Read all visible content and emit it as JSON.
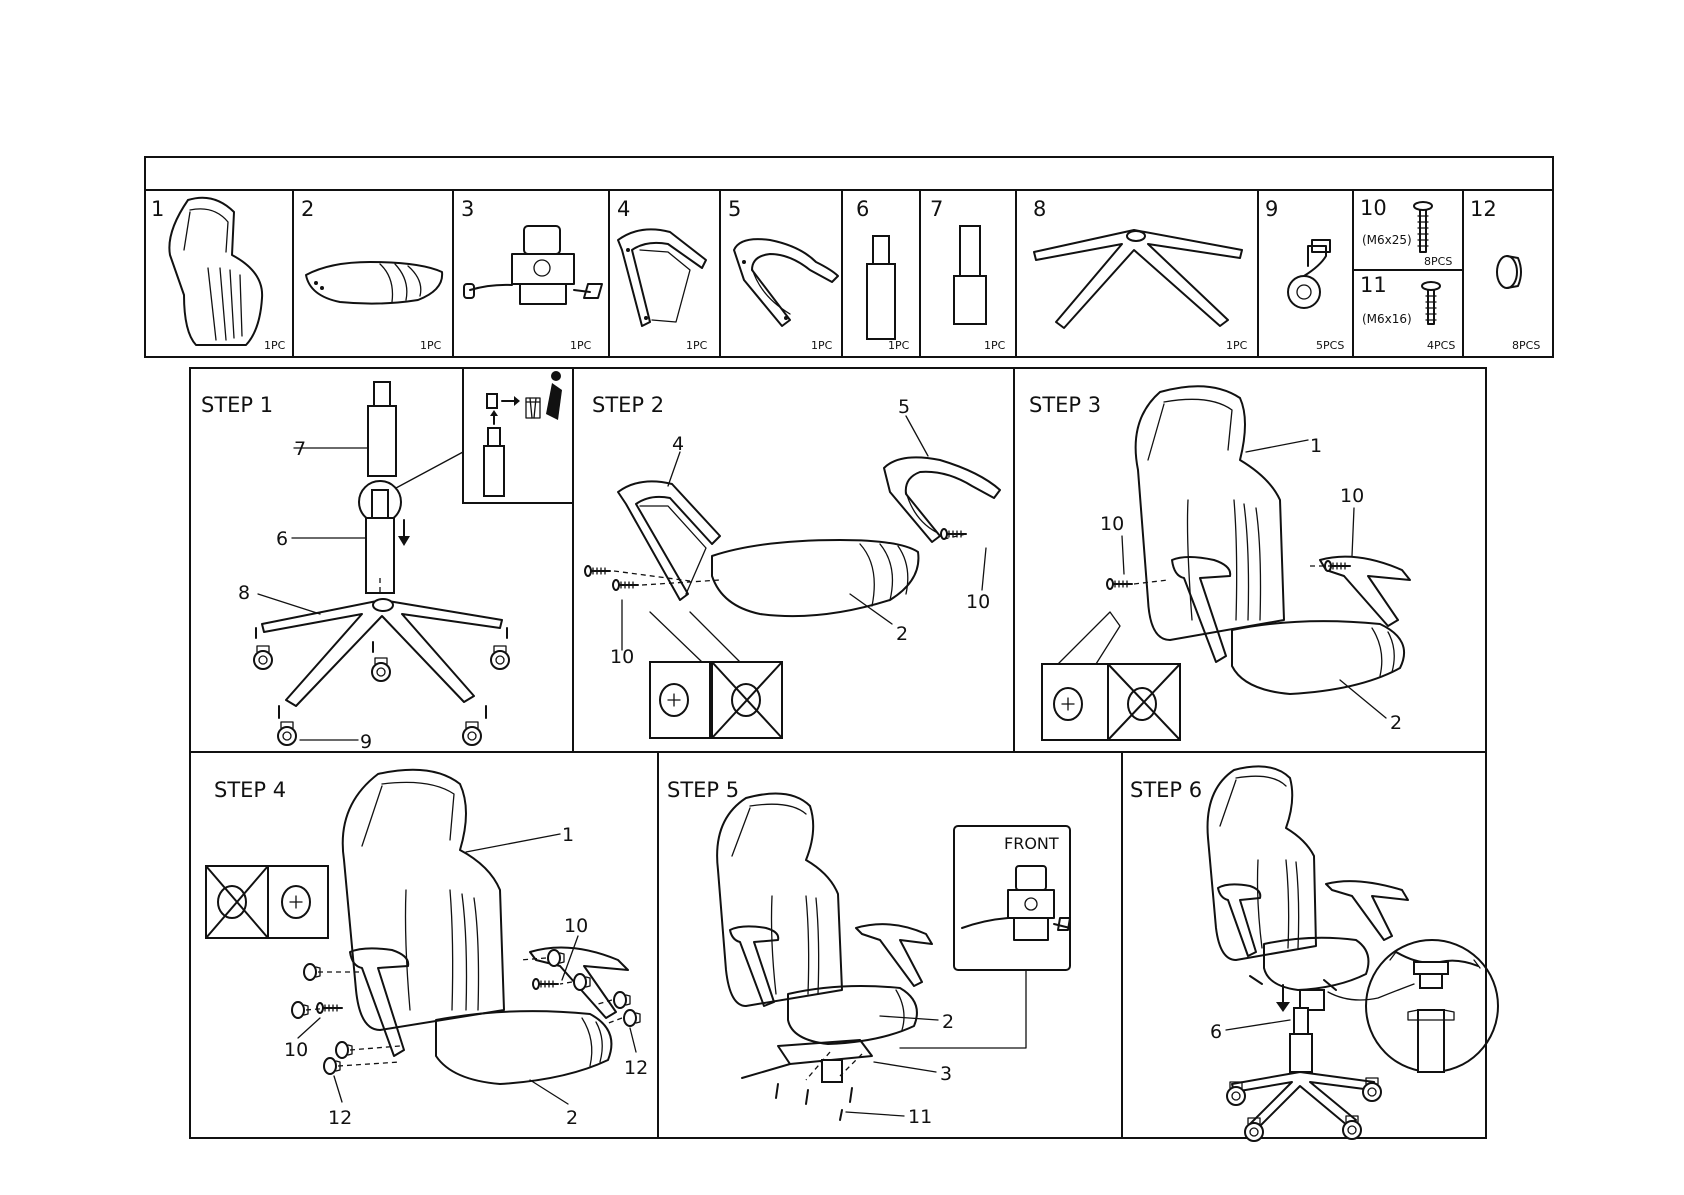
{
  "parts": [
    {
      "number": "1",
      "qty": "1PC"
    },
    {
      "number": "2",
      "qty": "1PC"
    },
    {
      "number": "3",
      "qty": "1PC"
    },
    {
      "number": "4",
      "qty": "1PC"
    },
    {
      "number": "5",
      "qty": "1PC"
    },
    {
      "number": "6",
      "qty": "1PC"
    },
    {
      "number": "7",
      "qty": "1PC"
    },
    {
      "number": "8",
      "qty": "1PC"
    },
    {
      "number": "9",
      "qty": "5PCS"
    },
    {
      "number": "10",
      "size": "(M6x25)",
      "qty": "8PCS"
    },
    {
      "number": "11",
      "size": "(M6x16)",
      "qty": "4PCS"
    },
    {
      "number": "12",
      "qty": "8PCS"
    }
  ],
  "steps": [
    {
      "label": "STEP 1",
      "callouts": [
        "7",
        "6",
        "8",
        "9"
      ]
    },
    {
      "label": "STEP 2",
      "callouts": [
        "4",
        "5",
        "10",
        "10",
        "2"
      ]
    },
    {
      "label": "STEP 3",
      "callouts": [
        "1",
        "10",
        "10",
        "2"
      ]
    },
    {
      "label": "STEP 4",
      "callouts": [
        "1",
        "10",
        "10",
        "12",
        "12",
        "2"
      ]
    },
    {
      "label": "STEP 5",
      "front_label": "FRONT",
      "callouts": [
        "2",
        "3",
        "11"
      ]
    },
    {
      "label": "STEP 6",
      "callouts": [
        "6"
      ]
    }
  ]
}
